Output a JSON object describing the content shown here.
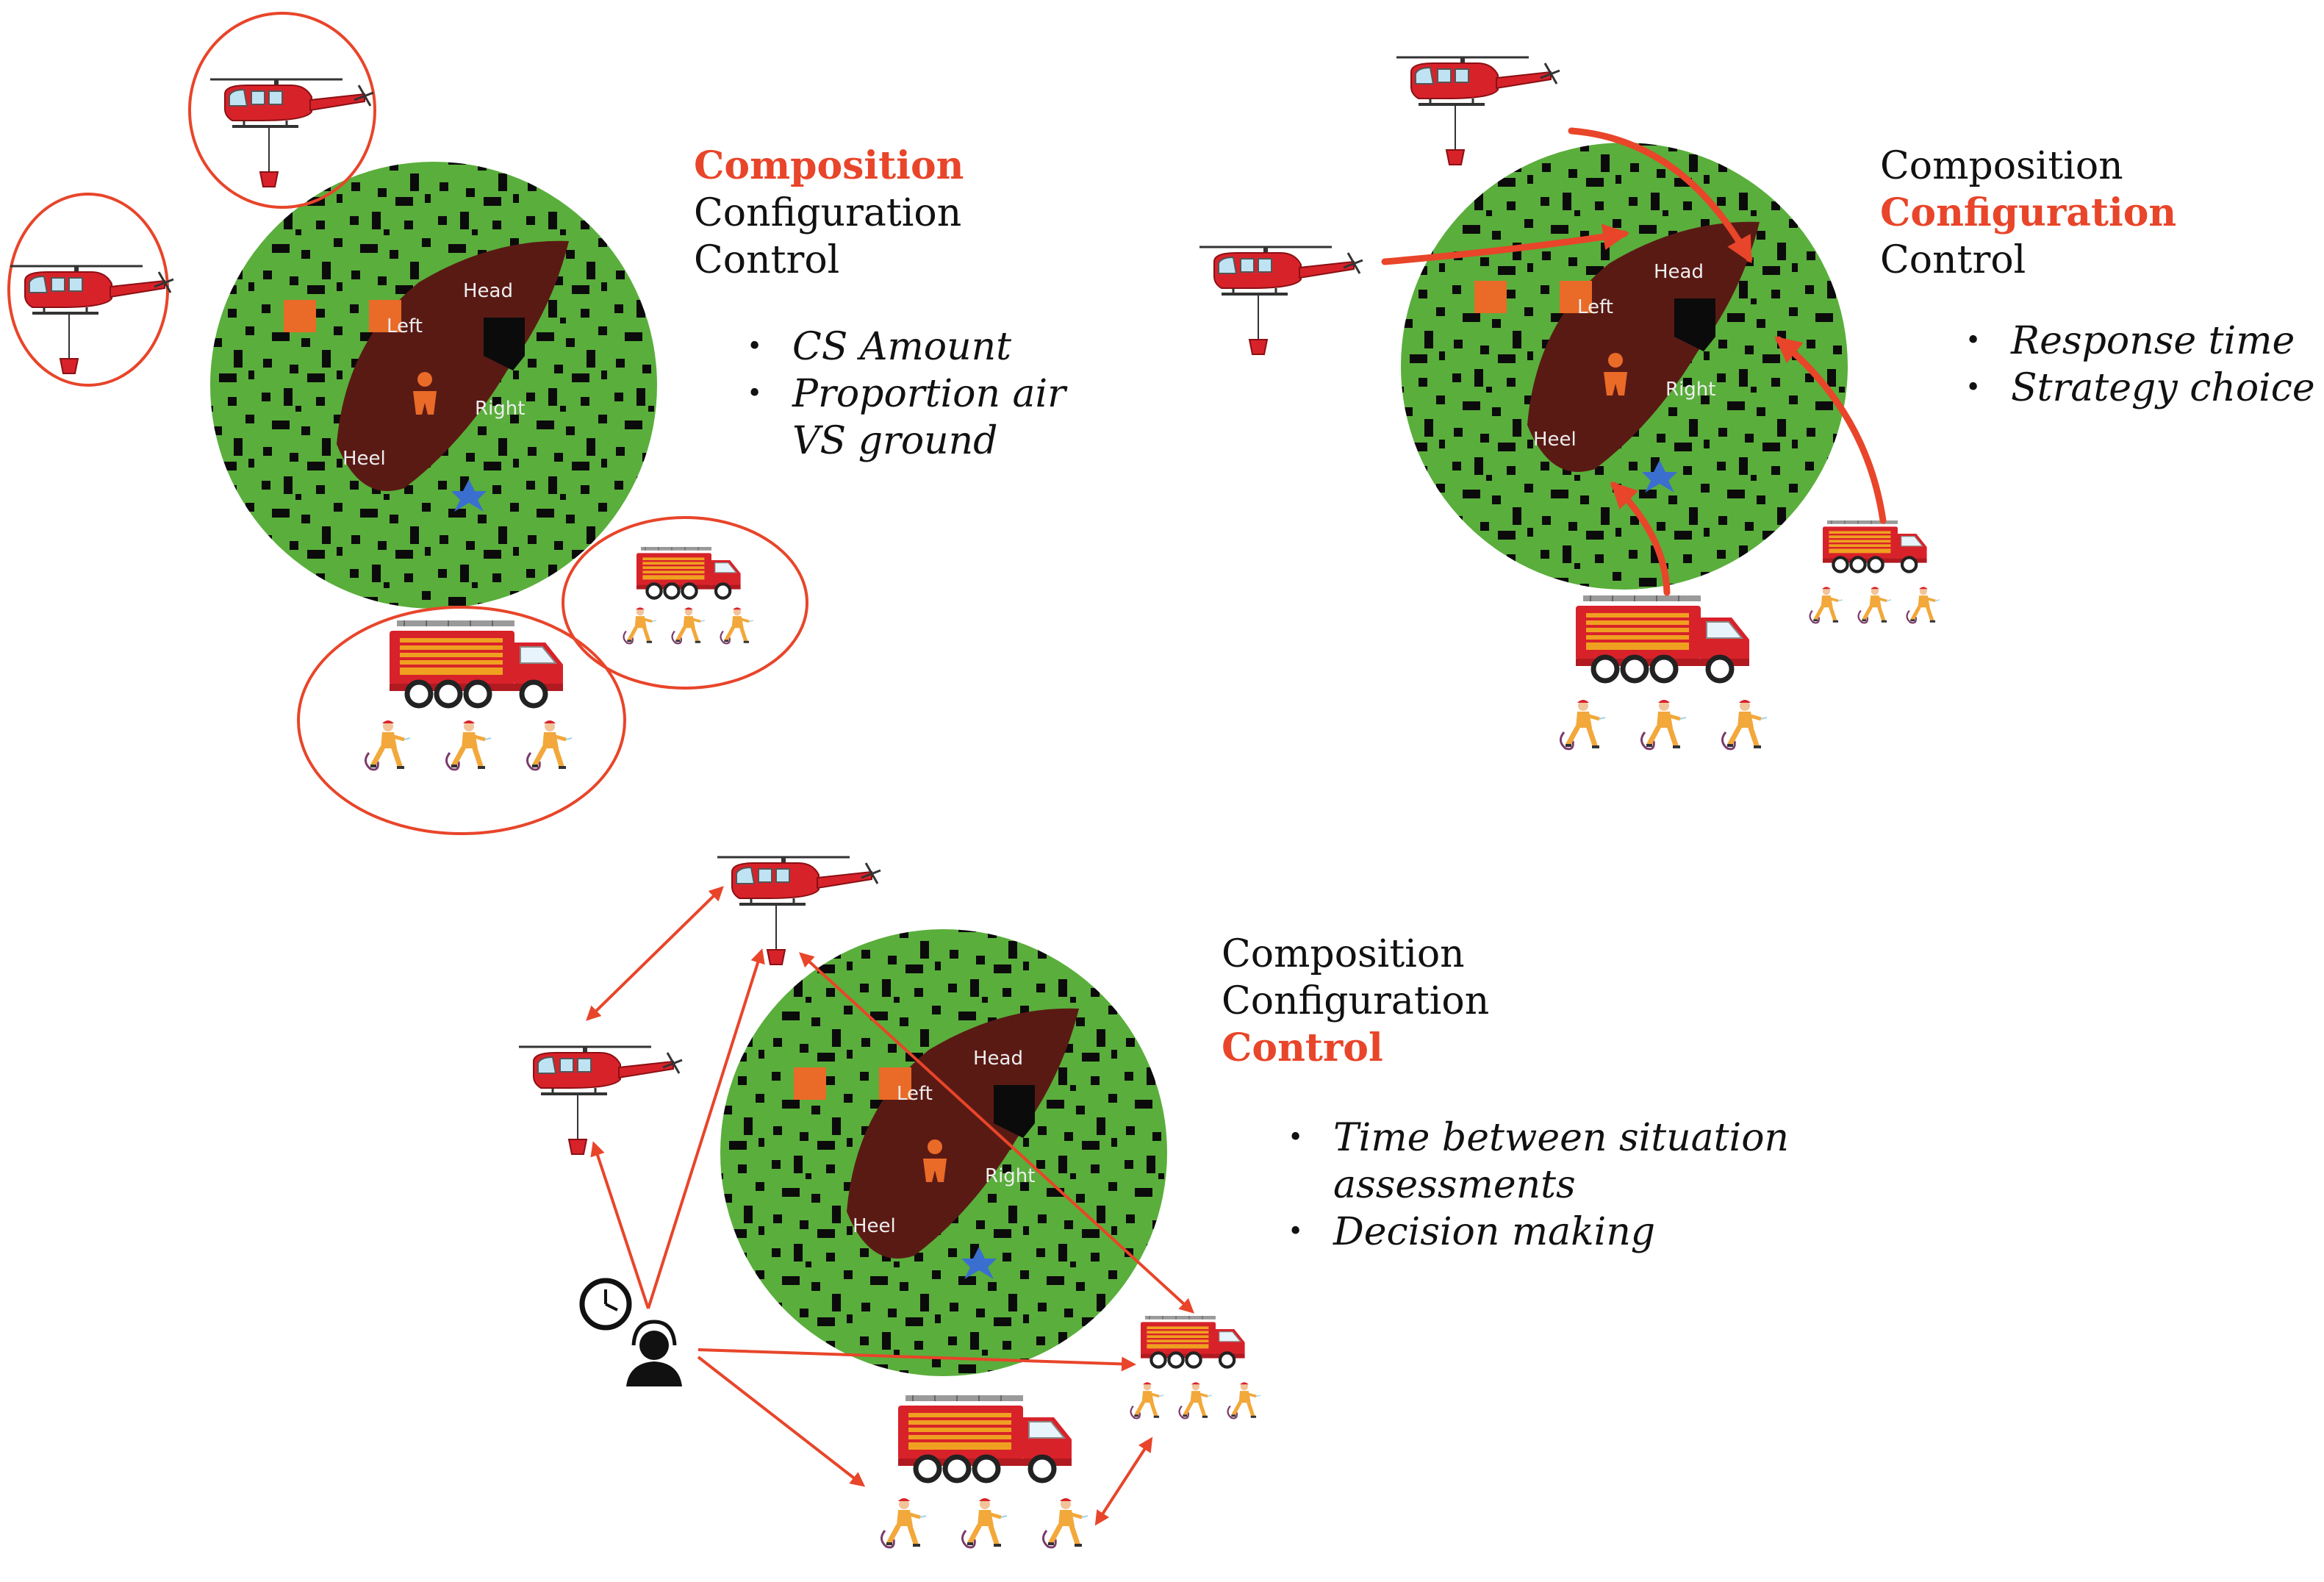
{
  "colors": {
    "accent": "#e8452a",
    "grass": "#5aae3c",
    "burn": "#5a1a14",
    "unit_orange": "#ea6a28",
    "truck_red": "#d8222a",
    "firefighter_yellow": "#f2a83a"
  },
  "map_labels": {
    "head": "Head",
    "left": "Left",
    "right": "Right",
    "heel": "Heel"
  },
  "panels": [
    {
      "headings": [
        {
          "text": "Composition",
          "active": true
        },
        {
          "text": "Configuration",
          "active": false
        },
        {
          "text": "Control",
          "active": false
        }
      ],
      "bullets": [
        "CS Amount",
        "Proportion air VS ground"
      ]
    },
    {
      "headings": [
        {
          "text": "Composition",
          "active": false
        },
        {
          "text": "Configuration",
          "active": true
        },
        {
          "text": "Control",
          "active": false
        }
      ],
      "bullets": [
        "Response time",
        "Strategy choice"
      ]
    },
    {
      "headings": [
        {
          "text": "Composition",
          "active": false
        },
        {
          "text": "Configuration",
          "active": false
        },
        {
          "text": "Control",
          "active": true
        }
      ],
      "bullets": [
        "Time between situation assessments",
        "Decision making"
      ]
    }
  ],
  "icons": [
    "helicopter-icon",
    "fire-truck-icon",
    "firefighter-icon",
    "clock-icon",
    "operator-headset-icon",
    "person-icon",
    "cross-marker-icon",
    "square-marker-icon"
  ]
}
